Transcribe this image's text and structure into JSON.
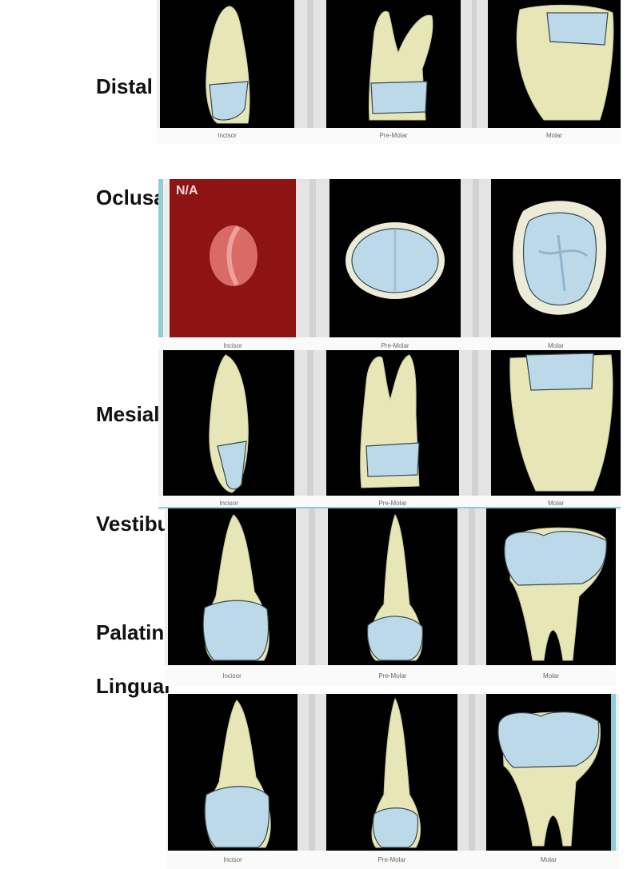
{
  "rows": [
    {
      "label": "Distal",
      "tiles": [
        {
          "caption": "Incisor"
        },
        {
          "caption": "Pre-Molar"
        },
        {
          "caption": "Molar"
        }
      ]
    },
    {
      "label": "Oclusal",
      "tiles": [
        {
          "caption": "Incisor",
          "tag": "N/A"
        },
        {
          "caption": "Pre-Molar"
        },
        {
          "caption": "Molar"
        }
      ]
    },
    {
      "label": "Mesial",
      "tiles": [
        {
          "caption": "Incisor"
        },
        {
          "caption": "Pre-Molar"
        },
        {
          "caption": "Molar"
        }
      ]
    },
    {
      "label": "Vestibular",
      "tiles": [
        {
          "caption": "Incisor"
        },
        {
          "caption": "Pre-Molar"
        },
        {
          "caption": "Molar"
        }
      ]
    },
    {
      "label_line1": "Palatino/",
      "label_line2": "Lingual",
      "tiles": [
        {
          "caption": "Incisor"
        },
        {
          "caption": "Pre-Molar"
        },
        {
          "caption": "Molar"
        }
      ]
    }
  ],
  "colors": {
    "tooth": "#e7e6b6",
    "surface": "#bcd9ea",
    "background": "#000000",
    "na_tile": "#8e1414",
    "accent": "#8ecfd6"
  }
}
